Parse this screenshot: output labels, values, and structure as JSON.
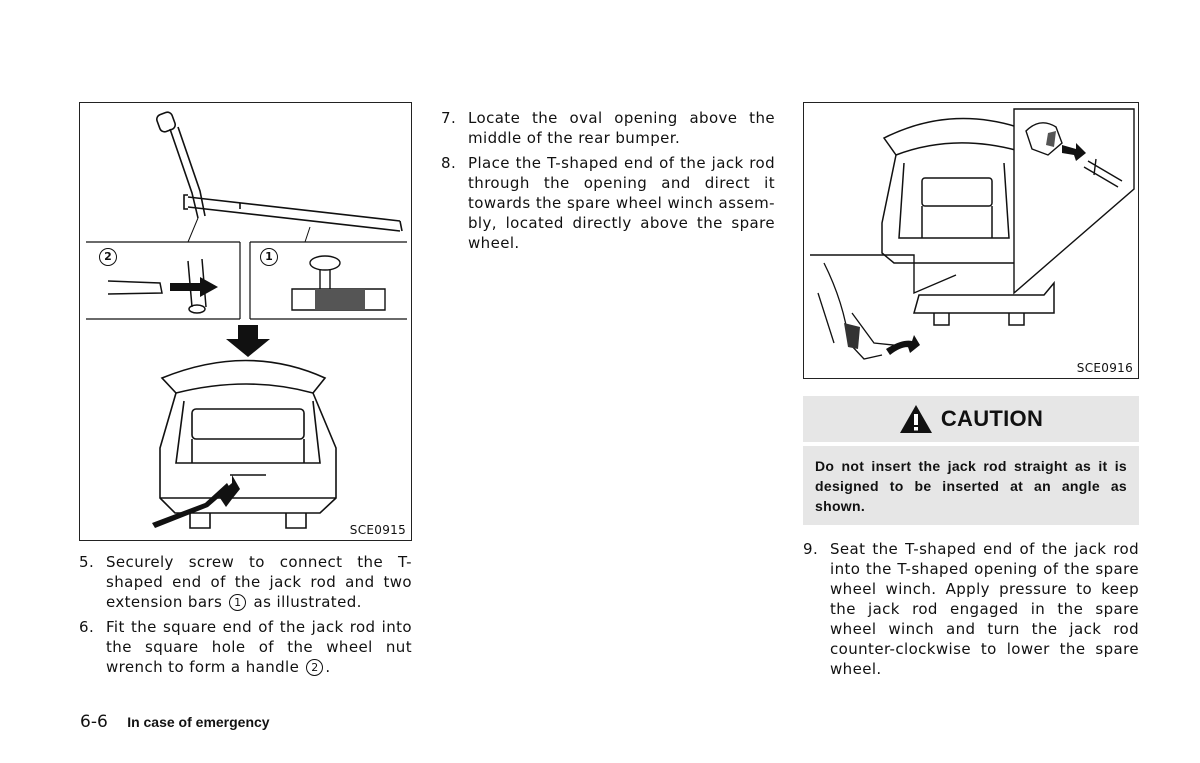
{
  "figures": {
    "left_code": "SCE0915",
    "right_code": "SCE0916",
    "left_callouts": [
      "2",
      "1"
    ]
  },
  "steps_left": [
    {
      "num": "5.",
      "text_a": "Securely screw to connect the T-shaped end of the jack rod and two extension bars",
      "ref": "1",
      "text_b": "as illustrated."
    },
    {
      "num": "6.",
      "text_a": "Fit the square end of the jack rod into the square hole of the wheel nut wrench to form a handle",
      "ref": "2",
      "text_b": "."
    }
  ],
  "steps_middle": [
    {
      "num": "7.",
      "text": "Locate the oval opening above the middle of the rear bumper."
    },
    {
      "num": "8.",
      "text": "Place the T-shaped end of the jack rod through the opening and direct it towards the spare wheel winch assem-bly, located directly above the spare wheel."
    }
  ],
  "caution": {
    "title": "CAUTION",
    "icon": "warning-triangle-icon",
    "text": "Do not insert the jack rod straight as it is designed to be inserted at an angle as shown."
  },
  "steps_right": [
    {
      "num": "9.",
      "text": "Seat the T-shaped end of the jack rod into the T-shaped opening of the spare wheel winch. Apply pressure to keep the jack rod engaged in the spare wheel winch and turn the jack rod counter-clockwise to lower the spare wheel."
    }
  ],
  "footer": {
    "page": "6-6",
    "section": "In case of emergency"
  }
}
